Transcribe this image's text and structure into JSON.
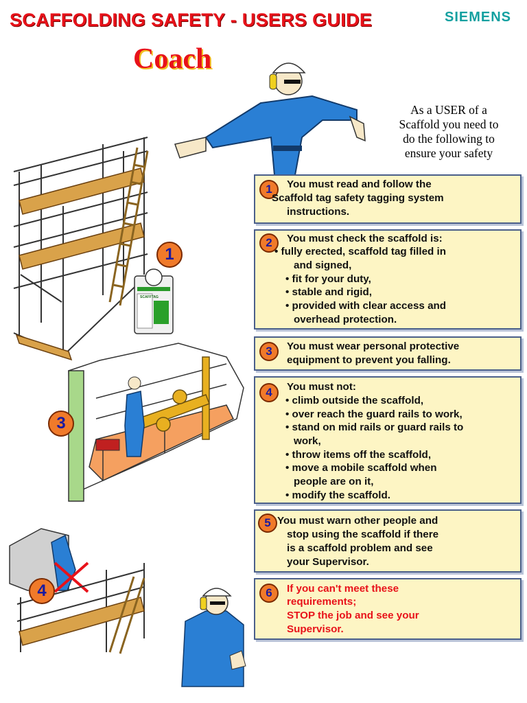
{
  "header": {
    "title": "SCAFFOLDING SAFETY - USERS GUIDE",
    "brand": "SIEMENS",
    "coach": "Coach"
  },
  "intro": {
    "lines": [
      "As a USER of a",
      "Scaffold you need to",
      "do the following to",
      "ensure your safety"
    ]
  },
  "tag": {
    "label": "SCAFFTAG"
  },
  "steps": [
    {
      "number": "1",
      "lines": [
        "You must read and follow the",
        "Scaffold tag safety tagging system",
        "instructions."
      ]
    },
    {
      "number": "2",
      "lines": [
        "You must check the scaffold is:",
        "• fully erected, scaffold tag filled in",
        "and signed,",
        "• fit for your duty,",
        "• stable and rigid,",
        "• provided with clear access and",
        "overhead protection."
      ]
    },
    {
      "number": "3",
      "lines": [
        "You must wear personal protective",
        "equipment to prevent you falling."
      ]
    },
    {
      "number": "4",
      "lines": [
        "You must not:",
        "• climb outside the scaffold,",
        "• over reach the guard rails to work,",
        "• stand on mid rails or guard rails to",
        "work,",
        "• throw items off the scaffold,",
        "• move a mobile scaffold when",
        "people are on it,",
        "• modify the scaffold."
      ]
    },
    {
      "number": "5",
      "lines": [
        "You must warn other people and",
        "stop using the scaffold if there",
        "is a scaffold problem and see",
        "your Supervisor."
      ]
    },
    {
      "number": "6",
      "lines": [
        "If you can't meet these",
        "requirements;",
        "STOP the job and see your",
        "Supervisor."
      ]
    }
  ],
  "illustration_markers": [
    "1",
    "3",
    "4"
  ],
  "colors": {
    "title_red": "#e8121a",
    "brand_teal": "#13a0a0",
    "box_fill": "#fdf5c4",
    "badge_orange": "#f07a2a",
    "worker_blue": "#2a7fd4",
    "plank_wood": "#d9a24a",
    "platform_orange": "#f5a060"
  }
}
